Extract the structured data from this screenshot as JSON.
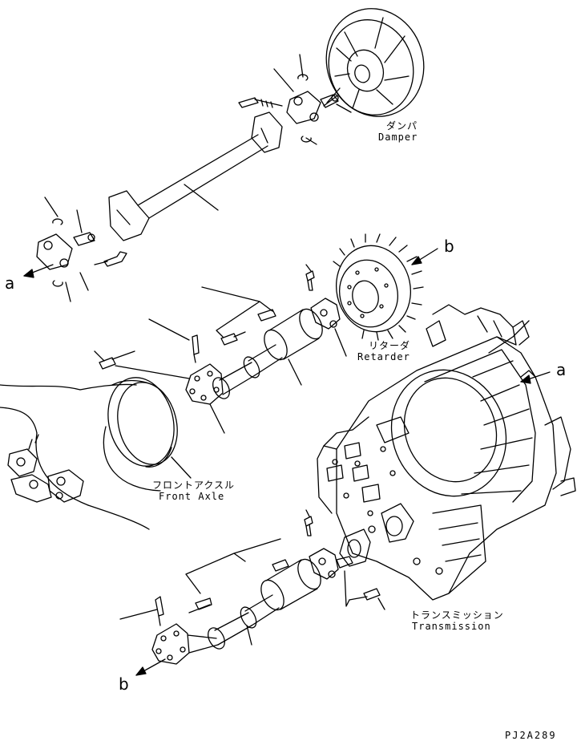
{
  "labels": {
    "damper": {
      "jp": "ダンパ",
      "en": "Damper"
    },
    "retarder": {
      "jp": "リターダ",
      "en": "Retarder"
    },
    "front_axle": {
      "jp": "フロントアクスル",
      "en": "Front Axle"
    },
    "transmission": {
      "jp": "トランスミッション",
      "en": "Transmission"
    }
  },
  "refs": {
    "a_left": "a",
    "a_right": "a",
    "b_top": "b",
    "b_bottom": "b"
  },
  "drawing_code": "PJ2A289",
  "colors": {
    "ink": "#000000",
    "paper": "#ffffff"
  }
}
